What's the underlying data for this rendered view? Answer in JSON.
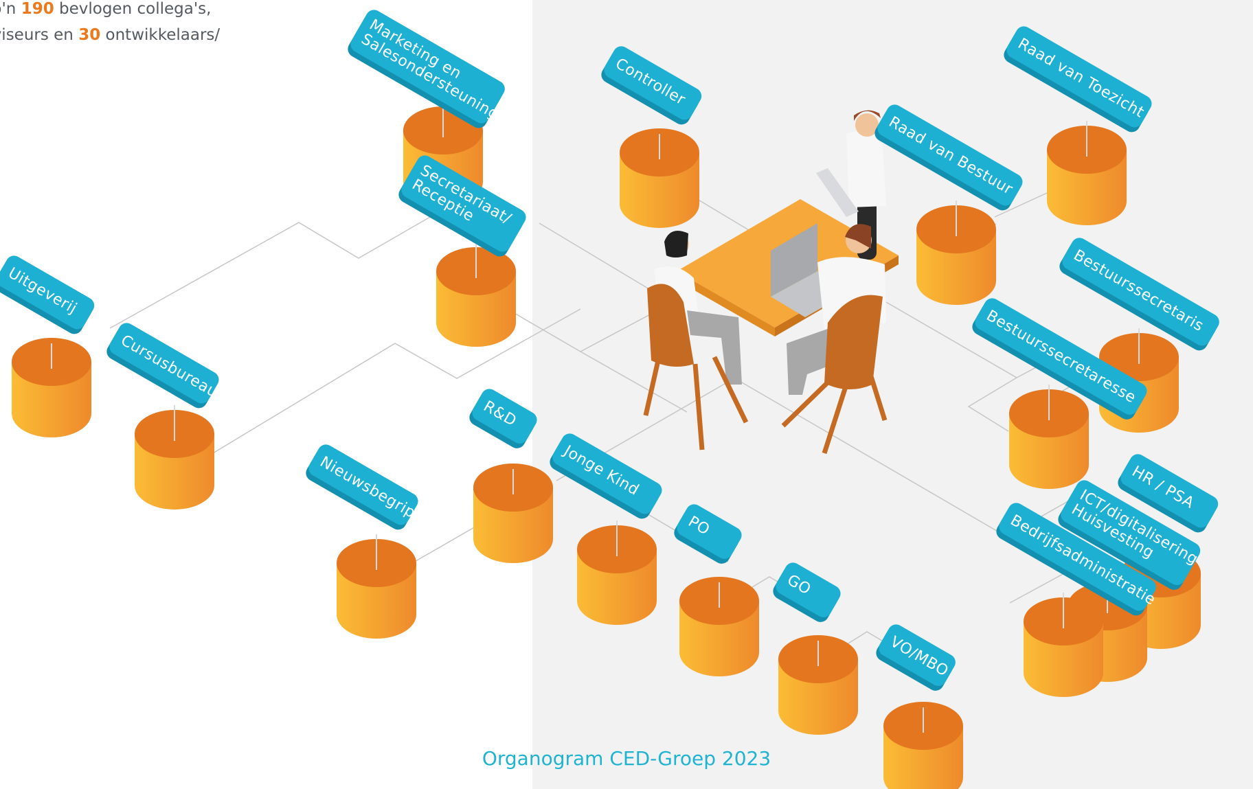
{
  "intro": {
    "line1_pre": "t zo'n ",
    "line1_num": "190",
    "line1_post": " bevlogen collega's,",
    "line2_pre": "adviseurs en ",
    "line2_num": "30",
    "line2_post": " ontwikkelaars/"
  },
  "caption": "Organogram CED-Groep 2023",
  "colors": {
    "label": "#1db0d3",
    "label_side": "#1390b0",
    "cylinder_top": "#e3761f",
    "cylinder_light": "#fbbc35",
    "cylinder_dark": "#ee8a2c",
    "connector": "#c6c6c6",
    "accent_text": "#ec7a1c",
    "background_right": "#f2f2f2"
  },
  "units": [
    {
      "id": "marketing",
      "lines": [
        "Marketing en",
        "Salesondersteuning"
      ]
    },
    {
      "id": "controller",
      "lines": [
        "Controller"
      ]
    },
    {
      "id": "raad-van-toezicht",
      "lines": [
        "Raad van Toezicht"
      ]
    },
    {
      "id": "secretariaat",
      "lines": [
        "Secretariaat/",
        "Receptie"
      ]
    },
    {
      "id": "raad-van-bestuur",
      "lines": [
        "Raad van Bestuur"
      ]
    },
    {
      "id": "uitgeverij",
      "lines": [
        "Uitgeverij"
      ]
    },
    {
      "id": "cursusbureau",
      "lines": [
        "Cursusbureau"
      ]
    },
    {
      "id": "bestuurssecretaris",
      "lines": [
        "Bestuurssecretaris"
      ]
    },
    {
      "id": "bestuurssecretaresse",
      "lines": [
        "Bestuurssecretaresse"
      ]
    },
    {
      "id": "r-en-d",
      "lines": [
        "R&D"
      ]
    },
    {
      "id": "nieuwsbegrip",
      "lines": [
        "Nieuwsbegrip"
      ]
    },
    {
      "id": "jonge-kind",
      "lines": [
        "Jonge Kind"
      ]
    },
    {
      "id": "po",
      "lines": [
        "PO"
      ]
    },
    {
      "id": "go",
      "lines": [
        "GO"
      ]
    },
    {
      "id": "vo-mbo",
      "lines": [
        "VO/MBO"
      ]
    },
    {
      "id": "hr-psa",
      "lines": [
        "HR / PSA"
      ]
    },
    {
      "id": "ict-huisvesting",
      "lines": [
        "ICT/digitalisering",
        "Huisvesting"
      ]
    },
    {
      "id": "bedrijfsadministratie",
      "lines": [
        "Bedrijfsadministratie"
      ]
    }
  ]
}
